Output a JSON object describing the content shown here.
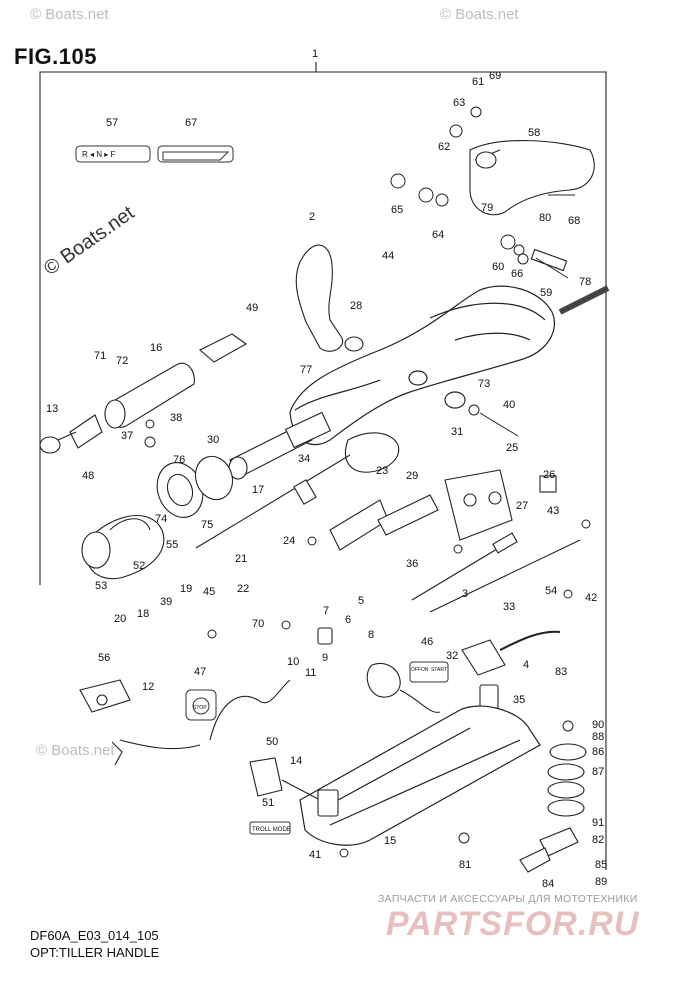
{
  "title": "FIG.105",
  "drawing_code": "DF60A_E03_014_105",
  "variant": "OPT:TILLER HANDLE",
  "watermark_corner": "© Boats.net",
  "watermark_side": "© Boats.net",
  "brand_subtitle": "ЗАПЧАСТИ И АКСЕССУАРЫ ДЛЯ МОТОТЕХНИКИ",
  "brand_name": "PARTSFOR.RU",
  "decal_shift": "R ◂ N ▸ F",
  "decal_switch_off": "OFF",
  "decal_switch_on": "ON",
  "decal_switch_start": "START",
  "decal_stop": "STOP",
  "decal_troll": "TROLL MODE",
  "callouts": [
    "1",
    "2",
    "3",
    "4",
    "5",
    "6",
    "7",
    "8",
    "9",
    "10",
    "11",
    "12",
    "13",
    "14",
    "15",
    "16",
    "17",
    "18",
    "19",
    "20",
    "21",
    "22",
    "23",
    "24",
    "25",
    "26",
    "27",
    "28",
    "29",
    "30",
    "31",
    "32",
    "33",
    "34",
    "35",
    "36",
    "37",
    "38",
    "39",
    "40",
    "41",
    "42",
    "43",
    "44",
    "45",
    "46",
    "47",
    "48",
    "49",
    "50",
    "51",
    "52",
    "53",
    "54",
    "55",
    "56",
    "57",
    "58",
    "59",
    "60",
    "61",
    "62",
    "63",
    "64",
    "65",
    "66",
    "67",
    "68",
    "69",
    "70",
    "71",
    "72",
    "73",
    "74",
    "75",
    "76",
    "77",
    "78",
    "79",
    "80",
    "81",
    "82",
    "83",
    "84",
    "85",
    "86",
    "87",
    "88",
    "89",
    "90",
    "91"
  ]
}
